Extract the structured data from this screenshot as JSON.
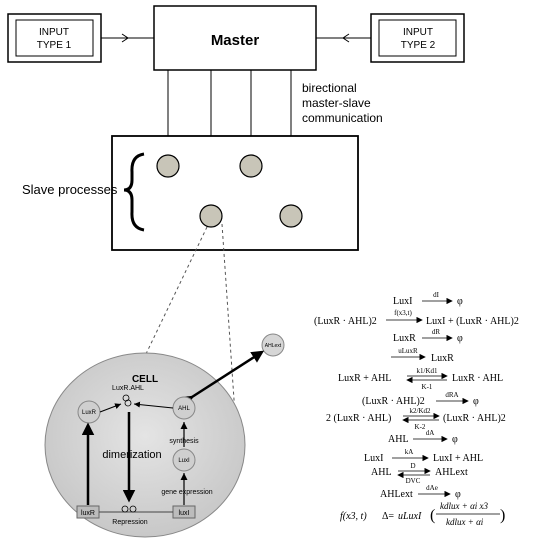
{
  "top": {
    "input1_line1": "INPUT",
    "input1_line2": "TYPE 1",
    "master": "Master",
    "input2_line1": "INPUT",
    "input2_line2": "TYPE  2",
    "comm_line1": "birectional",
    "comm_line2": "master-slave",
    "comm_line3": "communication",
    "slave_label": "Slave processes"
  },
  "cell": {
    "title": "CELL",
    "ahl_ext": "AHLext",
    "luxr_ahl": "LuxR.AHL",
    "luxr": "LuxR",
    "ahl": "AHL",
    "synthesis": "synthesis",
    "dimerization": "dimerization",
    "luxi": "LuxI",
    "gene_expression": "gene expression",
    "gene_luxr": "luxR",
    "gene_luxi": "luxI",
    "repression": "Repression"
  },
  "equations": [
    {
      "lhs": "LuxI",
      "rate": "dI",
      "rhs": "φ"
    },
    {
      "lhs": "(LuxR · AHL)2",
      "rate": "f(x3,t)",
      "rhs": "LuxI + (LuxR · AHL)2"
    },
    {
      "lhs": "LuxR",
      "rate": "dR",
      "rhs": "φ"
    },
    {
      "lhs": "",
      "rate": "uLuxR",
      "rhs": "LuxR"
    },
    {
      "lhs": "LuxR + AHL",
      "rate": "k1/Kd1",
      "rate2": "K-1",
      "rhs": "LuxR · AHL"
    },
    {
      "lhs": "(LuxR · AHL)2",
      "rate": "dRA",
      "rhs": "φ"
    },
    {
      "lhs": "2 (LuxR · AHL)",
      "rate": "k2/Kd2",
      "rate2": "K-2",
      "rhs": "(LuxR · AHL)2"
    },
    {
      "lhs": "AHL",
      "rate": "dA",
      "rhs": "φ"
    },
    {
      "lhs": "LuxI",
      "rate": "kA",
      "rhs": "LuxI + AHL"
    },
    {
      "lhs": "AHL",
      "rate": "D",
      "rate2": "DVC",
      "rhs": "AHLext"
    },
    {
      "lhs": "AHLext",
      "rate": "dAe",
      "rhs": "φ"
    }
  ],
  "formula": {
    "lhs": "f(x3, t)",
    "def": "Δ=",
    "u": "uLuxI",
    "numerator": "kdlux + αi x3",
    "denominator": "kdlux + αi"
  }
}
